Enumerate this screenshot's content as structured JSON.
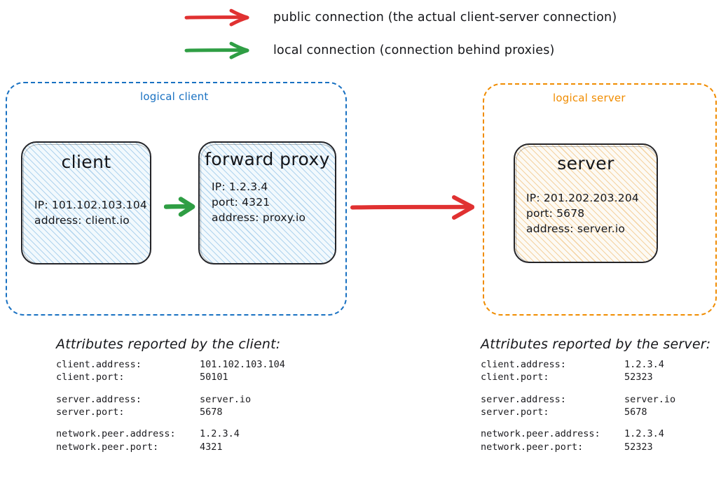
{
  "legend": {
    "items": [
      {
        "icon": "red-arrow-icon",
        "color": "#e03131",
        "label": "public connection (the actual client-server connection)"
      },
      {
        "icon": "green-arrow-icon",
        "color": "#2f9e44",
        "label": "local connection (connection behind proxies)"
      }
    ]
  },
  "colors": {
    "red": "#e03131",
    "green": "#2f9e44",
    "blue": "#1971c2",
    "orange": "#f08c00",
    "ink": "#242428"
  },
  "groups": {
    "client": {
      "label": "logical client",
      "nodes": [
        {
          "title": "client",
          "details": "IP: 101.102.103.104\naddress: client.io"
        },
        {
          "title": "forward\nproxy",
          "details": "IP: 1.2.3.4\nport: 4321\naddress: proxy.io"
        }
      ]
    },
    "server": {
      "label": "logical server",
      "nodes": [
        {
          "title": "server",
          "details": "IP: 201.202.203.204\nport: 5678\naddress: server.io"
        }
      ]
    }
  },
  "attributes": {
    "client": {
      "title": "Attributes reported by the client:",
      "groups": [
        [
          {
            "key": "client.address:",
            "value": "101.102.103.104"
          },
          {
            "key": "client.port:",
            "value": "50101"
          }
        ],
        [
          {
            "key": "server.address:",
            "value": "server.io"
          },
          {
            "key": "server.port:",
            "value": "5678"
          }
        ],
        [
          {
            "key": "network.peer.address:",
            "value": "1.2.3.4"
          },
          {
            "key": "network.peer.port:",
            "value": "4321"
          }
        ]
      ]
    },
    "server": {
      "title": "Attributes reported by the server:",
      "groups": [
        [
          {
            "key": "client.address:",
            "value": "1.2.3.4"
          },
          {
            "key": "client.port:",
            "value": "52323"
          }
        ],
        [
          {
            "key": "server.address:",
            "value": "server.io"
          },
          {
            "key": "server.port:",
            "value": "5678"
          }
        ],
        [
          {
            "key": "network.peer.address:",
            "value": "1.2.3.4"
          },
          {
            "key": "network.peer.port:",
            "value": "52323"
          }
        ]
      ]
    }
  }
}
